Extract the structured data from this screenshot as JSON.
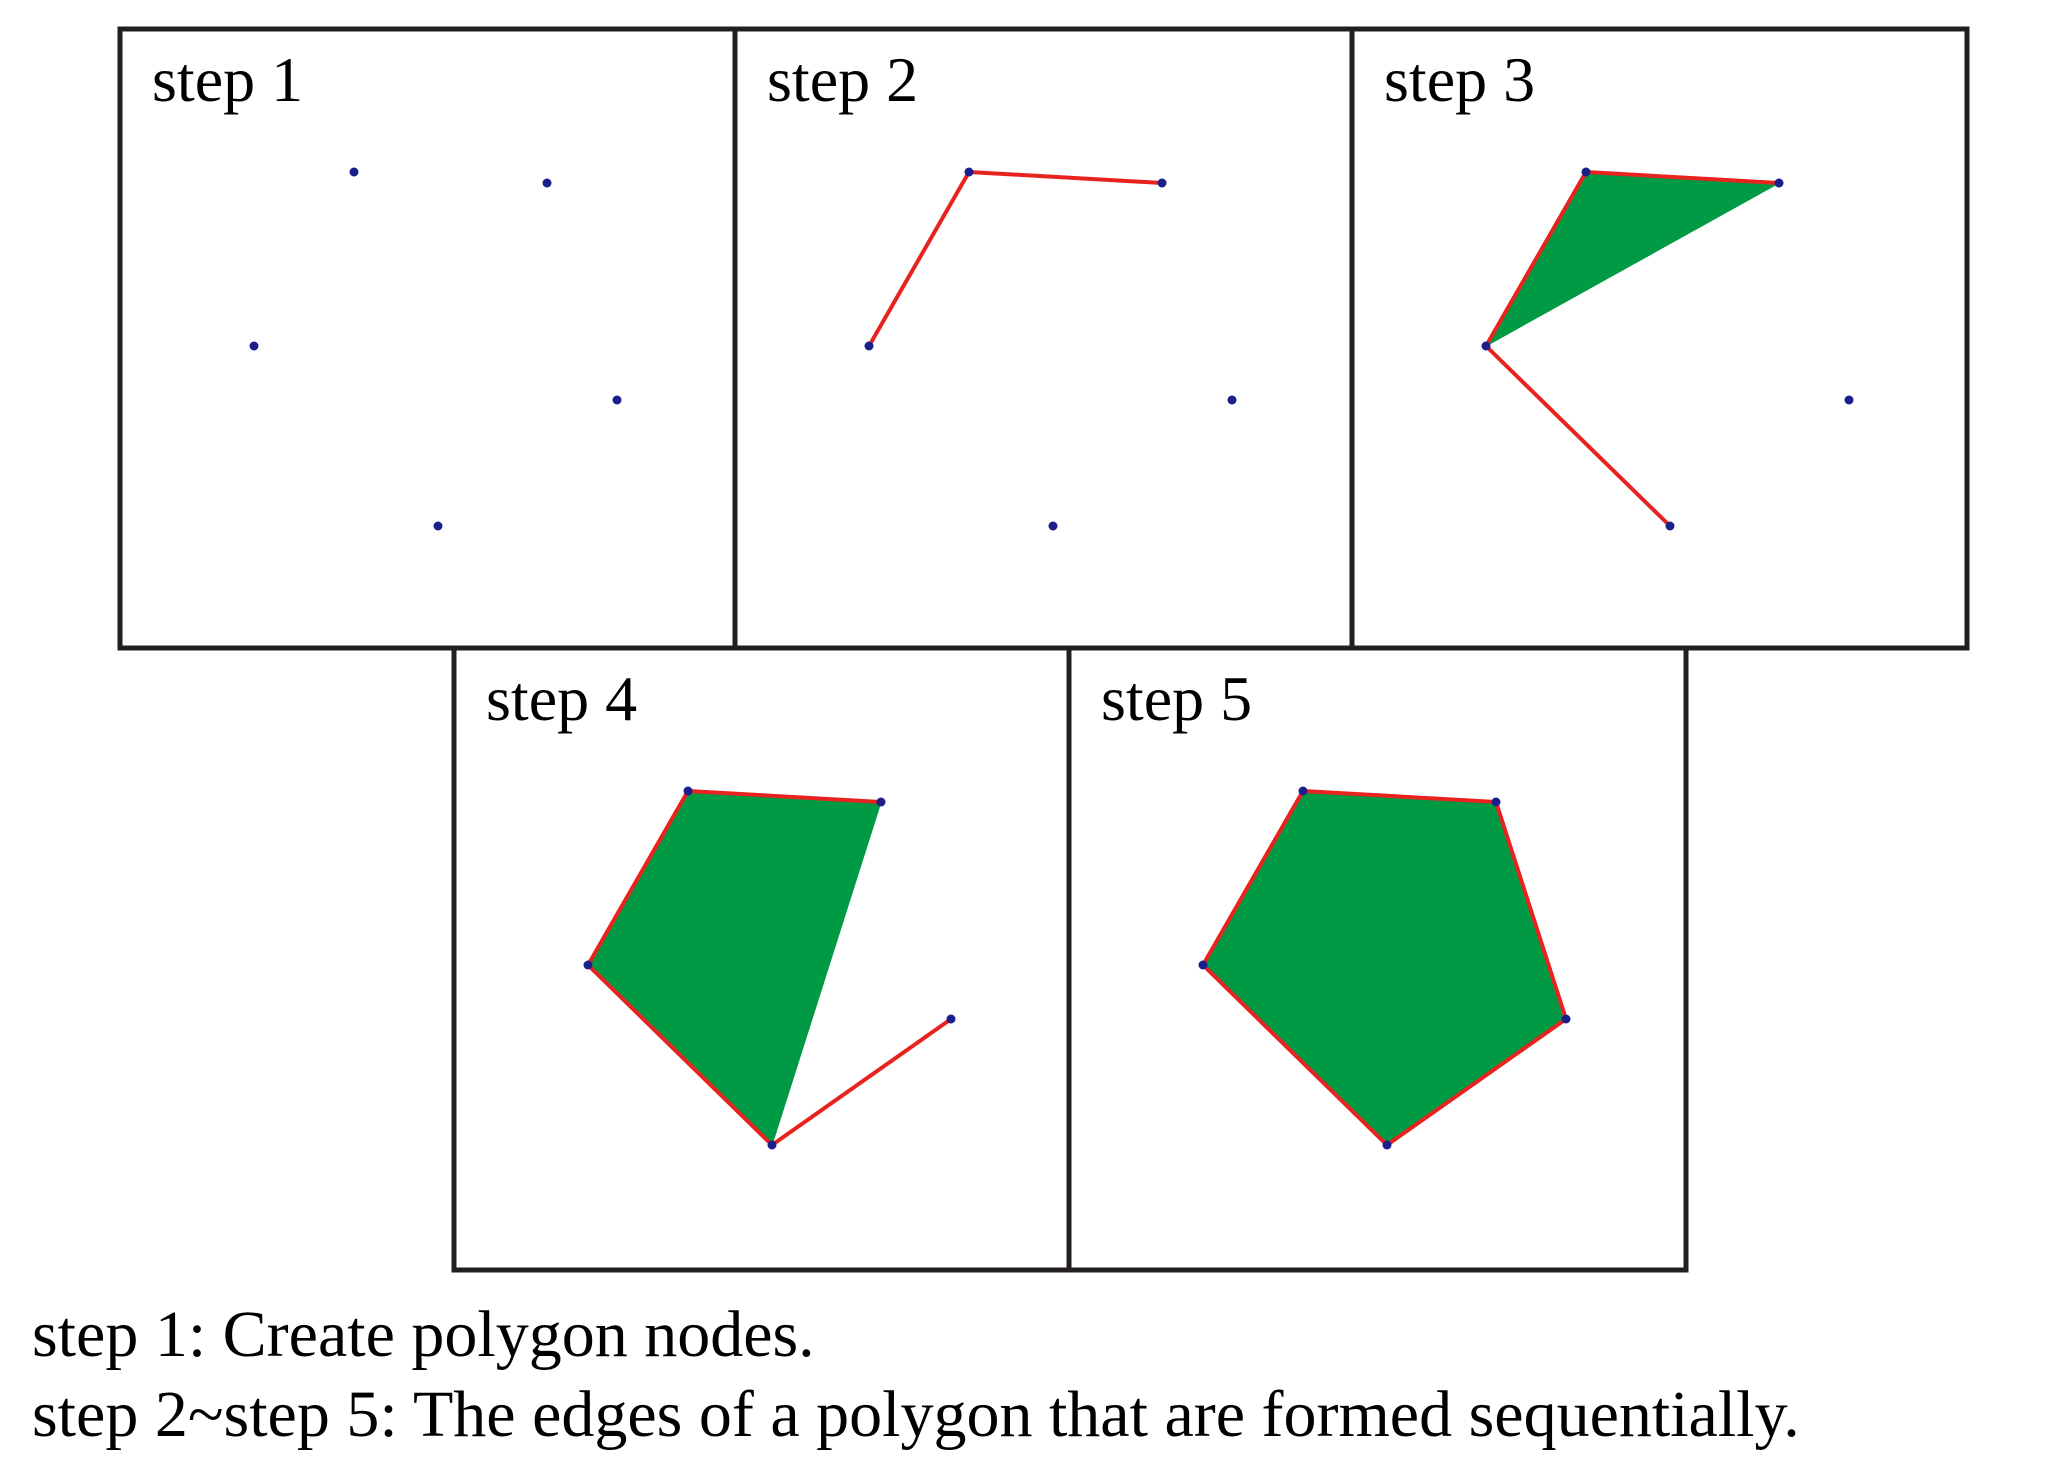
{
  "panels": [
    {
      "label": "step 1",
      "nodes": [
        "A",
        "B",
        "C",
        "D",
        "E"
      ],
      "edges": [],
      "filled_triangles": []
    },
    {
      "label": "step 2",
      "nodes": [
        "A",
        "B",
        "C",
        "D",
        "E"
      ],
      "edges": [
        [
          "C",
          "A"
        ],
        [
          "A",
          "B"
        ]
      ],
      "filled_triangles": []
    },
    {
      "label": "step 3",
      "nodes": [
        "A",
        "B",
        "C",
        "D",
        "E"
      ],
      "edges": [
        [
          "C",
          "A"
        ],
        [
          "A",
          "B"
        ],
        [
          "C",
          "E"
        ]
      ],
      "filled_triangles": [
        [
          "A",
          "B",
          "C"
        ]
      ]
    },
    {
      "label": "step 4",
      "nodes": [
        "A",
        "B",
        "C",
        "D",
        "E"
      ],
      "edges": [
        [
          "C",
          "A"
        ],
        [
          "A",
          "B"
        ],
        [
          "C",
          "E"
        ],
        [
          "E",
          "D"
        ]
      ],
      "filled_triangles": [
        [
          "A",
          "B",
          "C"
        ],
        [
          "B",
          "C",
          "E"
        ]
      ]
    },
    {
      "label": "step 5",
      "nodes": [
        "A",
        "B",
        "C",
        "D",
        "E"
      ],
      "edges": [
        [
          "C",
          "A"
        ],
        [
          "A",
          "B"
        ],
        [
          "C",
          "E"
        ],
        [
          "E",
          "D"
        ],
        [
          "B",
          "D"
        ]
      ],
      "filled_triangles": [
        [
          "A",
          "B",
          "C"
        ],
        [
          "B",
          "C",
          "E"
        ],
        [
          "B",
          "D",
          "E"
        ]
      ]
    }
  ],
  "captions": {
    "line1": "step 1: Create polygon nodes.",
    "line2": "step 2~step 5: The edges of a polygon that are formed sequentially."
  },
  "colors": {
    "node": "#1a1f8c",
    "edge": "#e8231f",
    "fill": "#009a45",
    "frame": "#231f20"
  }
}
